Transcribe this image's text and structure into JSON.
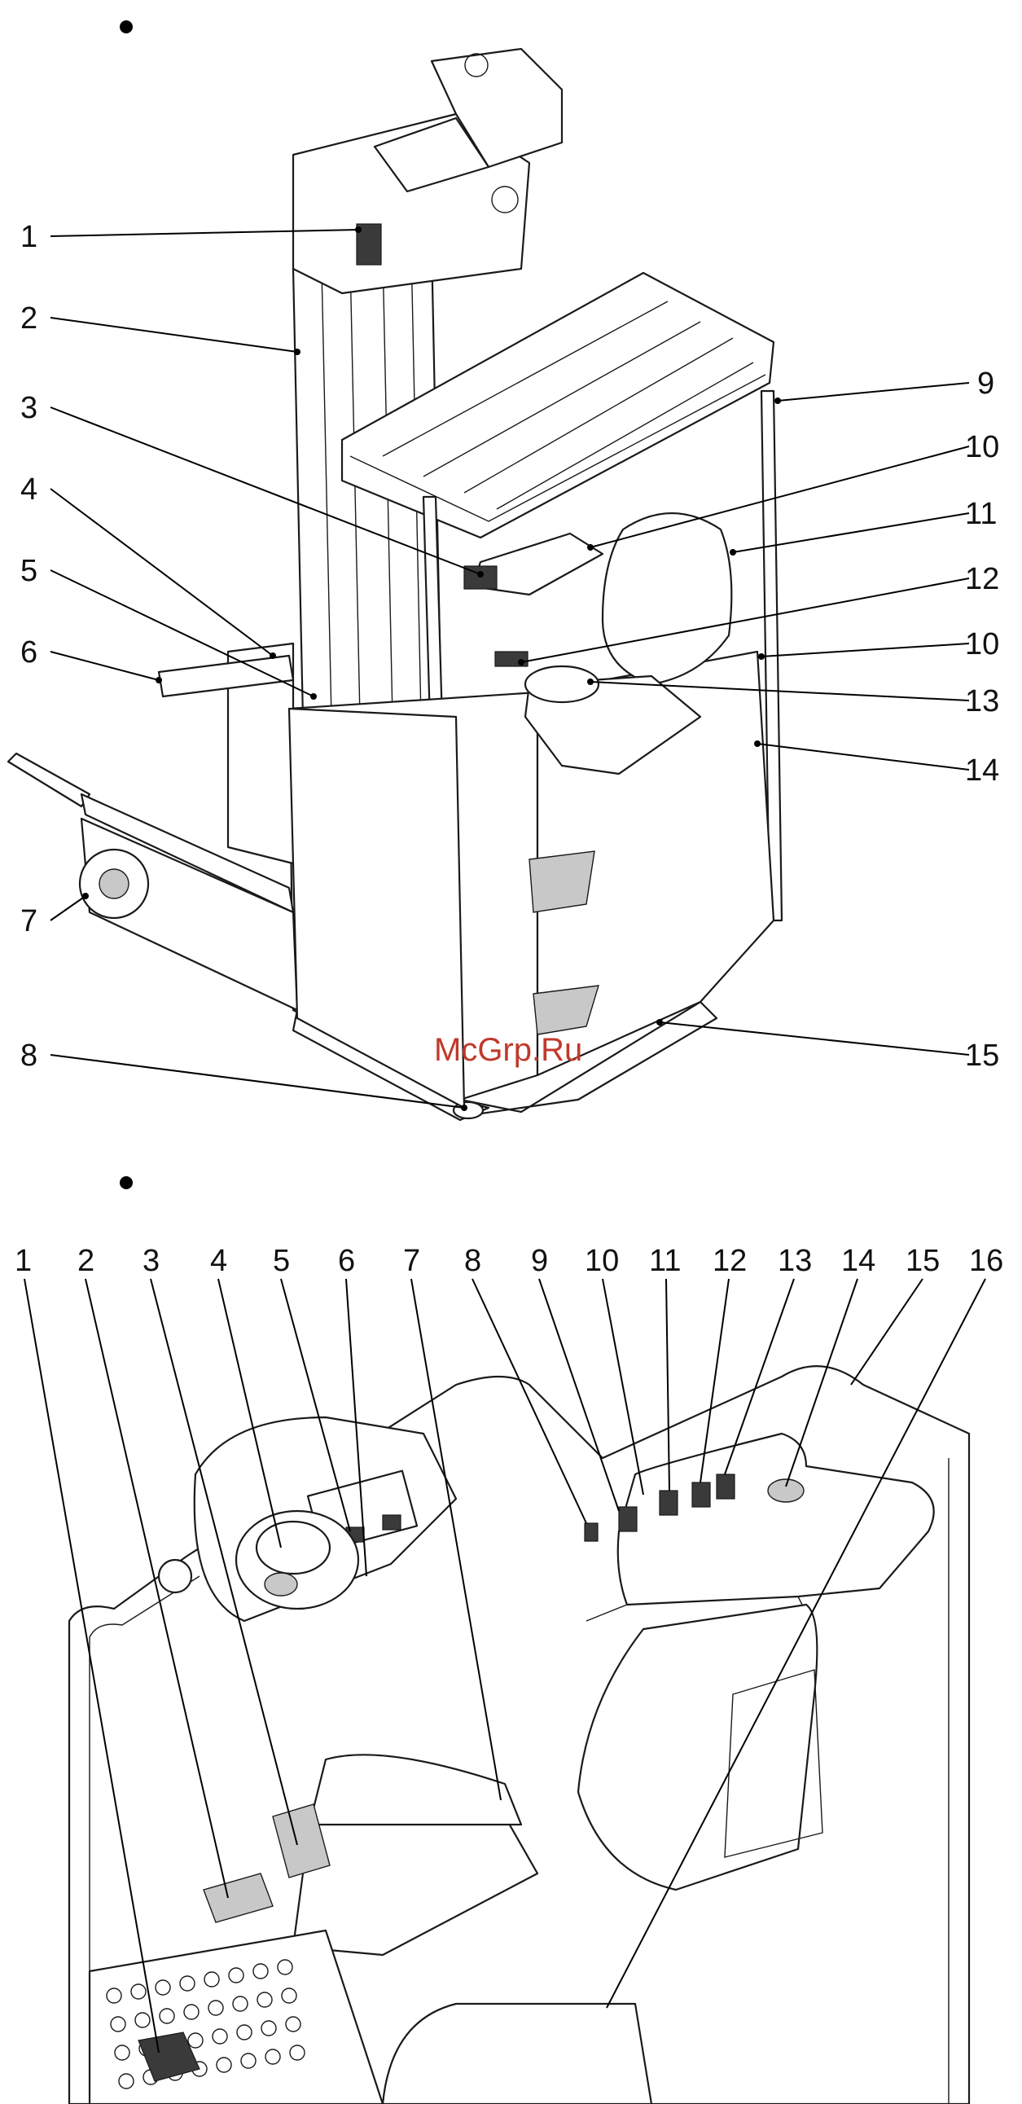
{
  "watermark": "McGrp.Ru",
  "figure_top": {
    "callouts": [
      "1",
      "2",
      "3",
      "4",
      "5",
      "6",
      "7",
      "8",
      "9",
      "10",
      "11",
      "12",
      "10",
      "13",
      "14",
      "15"
    ]
  },
  "figure_bottom": {
    "callouts": [
      "1",
      "2",
      "3",
      "4",
      "5",
      "6",
      "7",
      "8",
      "9",
      "10",
      "11",
      "12",
      "13",
      "14",
      "15",
      "16"
    ]
  }
}
